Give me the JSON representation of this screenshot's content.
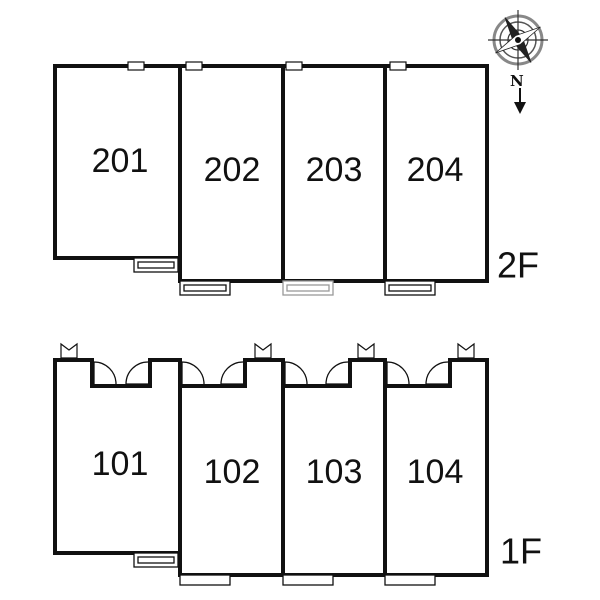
{
  "floors": [
    {
      "label": "2F",
      "rooms": [
        {
          "number": "201"
        },
        {
          "number": "202"
        },
        {
          "number": "203"
        },
        {
          "number": "204"
        }
      ]
    },
    {
      "label": "1F",
      "rooms": [
        {
          "number": "101"
        },
        {
          "number": "102"
        },
        {
          "number": "103"
        },
        {
          "number": "104"
        }
      ]
    }
  ],
  "compass": {
    "north_label": "N",
    "icon": "compass-rose-icon"
  },
  "colors": {
    "wall": "#111111",
    "background": "#ffffff",
    "fixture": "#555555"
  }
}
